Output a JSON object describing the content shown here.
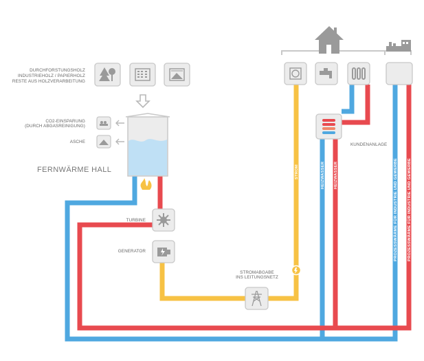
{
  "colors": {
    "heat_red": "#e84a4f",
    "return_blue": "#4fa8e0",
    "power_yellow": "#f7c244",
    "box_fill": "#ececec",
    "box_stroke": "#c8c8c8",
    "icon_grey": "#9a9a9a",
    "water_blue": "#bfe0f5"
  },
  "plant": {
    "title": "FERNWÄRME HALL",
    "fuel_labels": [
      "DURCHFORSTUNGSHOLZ",
      "INDUSTRIEHOLZ / PAPIERHOLZ",
      "RESTE AUS HOLZVERARBEITUNG"
    ],
    "co2_label": [
      "CO2-EINSPARUNG",
      "(DURCH ABGASREINIGUNG)"
    ],
    "ash_label": "ASCHE",
    "turbine_label": "TURBINE",
    "generator_label": "GENERATOR",
    "grid_label": [
      "STROMABGABE",
      "INS LEITUNGSNETZ"
    ]
  },
  "consumers": {
    "customer_station_label": "KUNDENANLAGE",
    "power_line_label": "STROM",
    "heating_water_label": "HEIZWASSER",
    "industry_label": "PROZESSWÄRME FÜR INDUSTRIE UND GEWERBE"
  },
  "icons": [
    "forest-icon",
    "wood-chips-icon",
    "sawdust-icon",
    "arrow-down-icon",
    "tank-icon",
    "flame-icon",
    "turbine-icon",
    "generator-icon",
    "power-tower-icon",
    "plug-icon",
    "house-icon",
    "factory-icon",
    "socket-icon",
    "tap-icon",
    "radiator-icon",
    "heat-exchanger-icon",
    "co2-icon",
    "ash-icon"
  ]
}
